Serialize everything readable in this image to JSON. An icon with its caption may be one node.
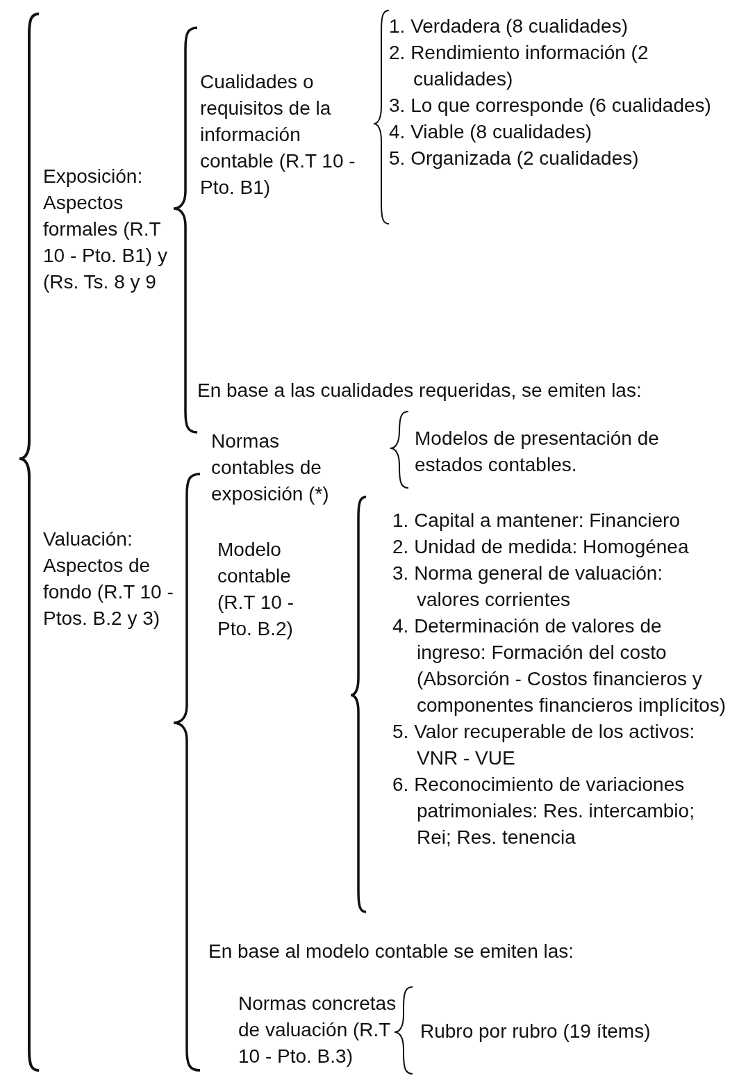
{
  "diagram": {
    "labels": [
      "Exposición: Aspectos formales (R.T 10 - Pto. B1) y (Rs. Ts. 8 y 9",
      "Cualidades o requisitos de la información contable (R.T 10 - Pto. B1)",
      "1. Verdadera (8 cualidades)",
      "2. Rendimiento información (2 cualidades)",
      "3. Lo que corresponde (6 cualidades)",
      "4. Viable (8 cualidades)",
      "5. Organizada (2 cualidades)",
      "En base a las cualidades requeridas, se emiten las:",
      "Normas contables de exposición (*)",
      "Modelos de presentación de estados contables.",
      "Valuación: Aspectos de fondo (R.T 10 - Ptos. B.2 y 3)",
      "Modelo contable (R.T 10 - Pto. B.2)",
      "1. Capital a mantener: Financiero",
      "2. Unidad de medida:  Homogénea",
      "3. Norma general de valuación: valores corrientes",
      "4. Determinación de valores de ingreso: Formación del costo (Absorción - Costos financieros y componentes financieros implícitos)",
      "5. Valor recuperable de los activos: VNR - VUE",
      "6. Reconocimiento de variaciones patrimoniales: Res. intercambio; Rei; Res. tenencia",
      "En base al modelo contable se emiten las:",
      "Normas concretas de valuación (R.T 10 - Pto. B.3)",
      "Rubro por rubro (19 ítems)"
    ]
  }
}
